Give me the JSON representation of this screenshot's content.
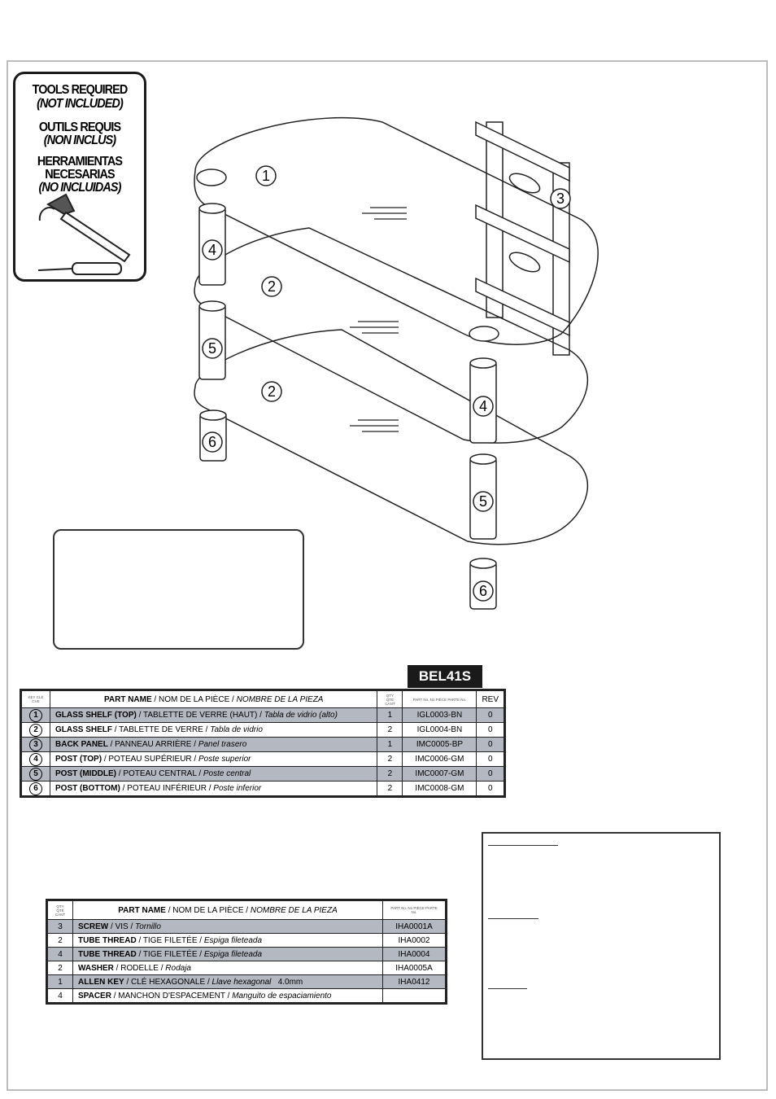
{
  "tools_box": {
    "line1": "TOOLS REQUIRED",
    "line2": "(NOT INCLUDED)",
    "line3": "OUTILS REQUIS",
    "line4": "(NON INCLUS)",
    "line5": "HERRAMIENTAS",
    "line6": "NECESARIAS",
    "line7": "(NO INCLUIDAS)"
  },
  "callouts": {
    "c1": "1",
    "c2a": "2",
    "c2b": "2",
    "c3": "3",
    "c4a": "4",
    "c4b": "4",
    "c5a": "5",
    "c5b": "5",
    "c6a": "6",
    "c6b": "6"
  },
  "model": "BEL41S",
  "parts_table": {
    "headers": {
      "key": "KEY CLÉ CVE",
      "name_en": "PART NAME",
      "name_fr": "NOM DE LA PIÈCE",
      "name_es": "NOMBRE DE LA PIEZA",
      "qty": "QTY QTÉ CANT",
      "part_no": "PART No. No PIÈCE PARTE No.",
      "rev": "REV"
    },
    "rows": [
      {
        "key": "1",
        "en": "GLASS SHELF (TOP)",
        "fr": "TABLETTE DE VERRE (HAUT)",
        "es": "Tabla de vidrio (alto)",
        "qty": "1",
        "part": "IGL0003-BN",
        "rev": "0"
      },
      {
        "key": "2",
        "en": "GLASS SHELF",
        "fr": "TABLETTE DE VERRE",
        "es": "Tabla de vidrio",
        "qty": "2",
        "part": "IGL0004-BN",
        "rev": "0"
      },
      {
        "key": "3",
        "en": "BACK PANEL",
        "fr": "PANNEAU ARRIÈRE",
        "es": "Panel trasero",
        "qty": "1",
        "part": "IMC0005-BP",
        "rev": "0"
      },
      {
        "key": "4",
        "en": "POST (TOP)",
        "fr": "POTEAU SUPÉRIEUR",
        "es": "Poste superior",
        "qty": "2",
        "part": "IMC0006-GM",
        "rev": "0"
      },
      {
        "key": "5",
        "en": "POST (MIDDLE)",
        "fr": "POTEAU CENTRAL",
        "es": "Poste central",
        "qty": "2",
        "part": "IMC0007-GM",
        "rev": "0"
      },
      {
        "key": "6",
        "en": "POST (BOTTOM)",
        "fr": "POTEAU INFÉRIEUR",
        "es": "Poste inferior",
        "qty": "2",
        "part": "IMC0008-GM",
        "rev": "0"
      }
    ]
  },
  "hardware_table": {
    "headers": {
      "qty": "QTY QTÉ CANT",
      "name_en": "PART NAME",
      "name_fr": "NOM DE LA PIÈCE",
      "name_es": "NOMBRE DE LA PIEZA",
      "part_no": "PART No. No PIÈCE PARTE No."
    },
    "rows": [
      {
        "qty": "3",
        "en": "SCREW",
        "fr": "VIS",
        "es": "Tornillo",
        "extra": "",
        "part": "IHA0001A"
      },
      {
        "qty": "2",
        "en": "TUBE THREAD",
        "fr": "TIGE FILETÉE",
        "es": "Espiga fileteada",
        "extra": "",
        "part": "IHA0002"
      },
      {
        "qty": "4",
        "en": "TUBE THREAD",
        "fr": "TIGE FILETÉE",
        "es": "Espiga fileteada",
        "extra": "",
        "part": "IHA0004"
      },
      {
        "qty": "2",
        "en": "WASHER",
        "fr": "RODELLE",
        "es": "Rodaja",
        "extra": "",
        "part": "IHA0005A"
      },
      {
        "qty": "1",
        "en": "ALLEN KEY",
        "fr": "CLÉ HEXAGONALE",
        "es": "Llave hexagonal",
        "extra": "4.0mm",
        "part": "IHA0412"
      },
      {
        "qty": "4",
        "en": "SPACER",
        "fr": "MANCHON D'ESPACEMENT",
        "es": "Manguito de espaciamiento",
        "extra": "",
        "part": ""
      }
    ]
  }
}
